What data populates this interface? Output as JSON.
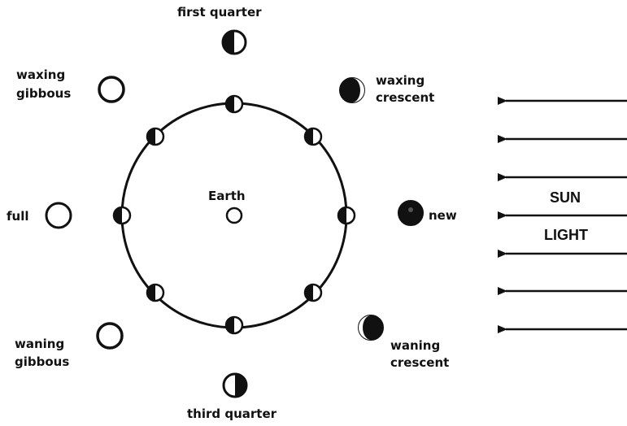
{
  "labels": {
    "first_quarter": "first quarter",
    "waxing_crescent_1": "waxing",
    "waxing_crescent_2": "crescent",
    "waxing_gibbous_1": "waxing",
    "waxing_gibbous_2": "gibbous",
    "full": "full",
    "new": "new",
    "waning_gibbous_1": "waning",
    "waning_gibbous_2": "gibbous",
    "waning_crescent_1": "waning",
    "waning_crescent_2": "crescent",
    "third_quarter": "third quarter",
    "earth": "Earth",
    "sun": "SUN",
    "light": "LIGHT"
  },
  "colors": {
    "ink": "#111111",
    "background": "#ffffff"
  }
}
